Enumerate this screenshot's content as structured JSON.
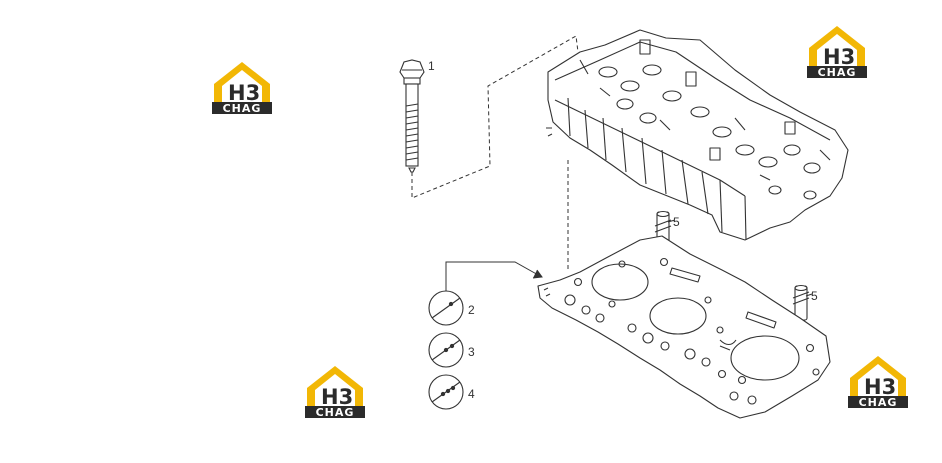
{
  "callouts": {
    "bolt": "1",
    "gasket_2": "2",
    "gasket_3": "3",
    "gasket_4": "4",
    "dowel_upper": "5",
    "dowel_lower": "5"
  },
  "watermark": {
    "mark": "H3",
    "text": "CHAG",
    "colors": {
      "roof": "#f2b705",
      "letter": "#2b2b2b",
      "band": "#2b2b2b",
      "band_text": "#ffffff"
    }
  },
  "line_color": "#333333"
}
